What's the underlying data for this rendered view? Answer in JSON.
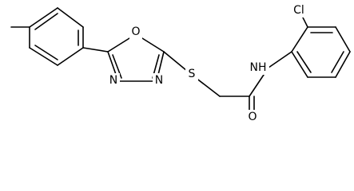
{
  "atoms": {
    "oxygen_ring": "O",
    "nitrogen_ring_left": "N",
    "nitrogen_ring_right": "N",
    "sulfur": "S",
    "amide_nitrogen": "NH",
    "chlorine": "Cl",
    "carbonyl_oxygen": "O"
  },
  "colors": {
    "bond": "#000000",
    "label": "#000000",
    "background": "#ffffff"
  }
}
